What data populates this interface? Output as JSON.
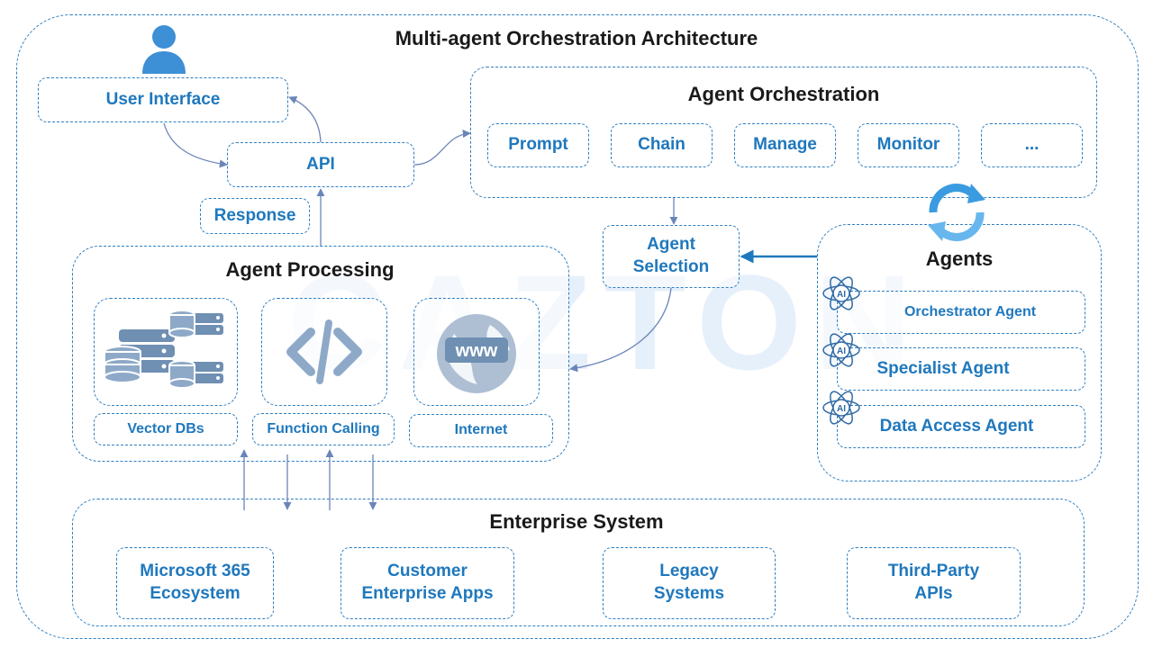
{
  "title": "Multi-agent Orchestration Architecture",
  "watermark": "CAZTON",
  "user_interface": {
    "label": "User Interface",
    "icon": "user-icon"
  },
  "api": {
    "label": "API"
  },
  "response": {
    "label": "Response"
  },
  "orchestration": {
    "title": "Agent Orchestration",
    "items": [
      "Prompt",
      "Chain",
      "Manage",
      "Monitor",
      "..."
    ],
    "sync_icon": "sync-icon"
  },
  "agent_selection": {
    "label_line1": "Agent",
    "label_line2": "Selection"
  },
  "agents": {
    "title": "Agents",
    "items": [
      "Orchestrator Agent",
      "Specialist Agent",
      "Data Access Agent"
    ],
    "badge": "AI"
  },
  "processing": {
    "title": "Agent Processing",
    "tools": [
      {
        "label": "Vector DBs",
        "icon": "database-server-icon"
      },
      {
        "label": "Function Calling",
        "icon": "code-icon"
      },
      {
        "label": "Internet",
        "icon": "globe-www-icon",
        "icon_text": "www"
      }
    ]
  },
  "enterprise": {
    "title": "Enterprise System",
    "items": [
      {
        "line1": "Microsoft 365",
        "line2": "Ecosystem"
      },
      {
        "line1": "Customer",
        "line2": "Enterprise Apps"
      },
      {
        "line1": "Legacy",
        "line2": "Systems"
      },
      {
        "line1": "Third-Party",
        "line2": "APIs"
      }
    ]
  },
  "colors": {
    "accent": "#1f78bd",
    "border": "#2f7fc0",
    "icon": "#6f8fb3",
    "sync": "#3a9be0"
  }
}
